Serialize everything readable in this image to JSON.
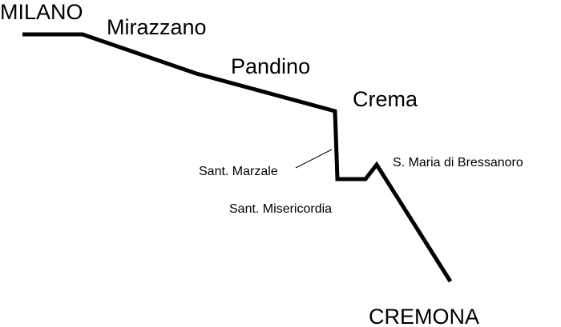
{
  "map": {
    "line_color": "#000000",
    "background": "#ffffff",
    "places": {
      "milano": "MILANO",
      "mirazzano": "Mirazzano",
      "pandino": "Pandino",
      "crema": "Crema",
      "sant_marzale": "Sant. Marzale",
      "s_maria_di_bressanoro": "S. Maria di Bressanoro",
      "sant_misericordia": "Sant. Misericordia",
      "cremona": "CREMONA"
    }
  }
}
